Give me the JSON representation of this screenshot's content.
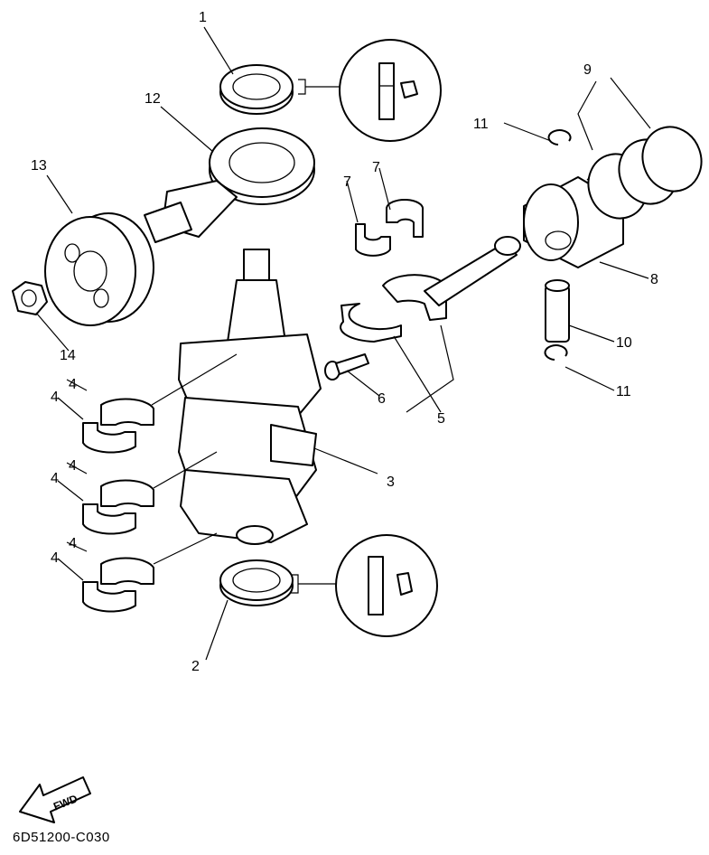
{
  "callouts": [
    {
      "id": "c1",
      "text": "1"
    },
    {
      "id": "c2",
      "text": "2"
    },
    {
      "id": "c3",
      "text": "3"
    },
    {
      "id": "c4a",
      "text": "4"
    },
    {
      "id": "c4b",
      "text": "4"
    },
    {
      "id": "c4c",
      "text": "4"
    },
    {
      "id": "c4d",
      "text": "4"
    },
    {
      "id": "c4e",
      "text": "4"
    },
    {
      "id": "c4f",
      "text": "4"
    },
    {
      "id": "c5",
      "text": "5"
    },
    {
      "id": "c6",
      "text": "6"
    },
    {
      "id": "c7a",
      "text": "7"
    },
    {
      "id": "c7b",
      "text": "7"
    },
    {
      "id": "c8",
      "text": "8"
    },
    {
      "id": "c9",
      "text": "9"
    },
    {
      "id": "c10",
      "text": "10"
    },
    {
      "id": "c11a",
      "text": "11"
    },
    {
      "id": "c11b",
      "text": "11"
    },
    {
      "id": "c12",
      "text": "12"
    },
    {
      "id": "c13",
      "text": "13"
    },
    {
      "id": "c14",
      "text": "14"
    }
  ],
  "direction_label": "FWD",
  "drawing_code": "6D51200-C030",
  "icons": [
    "grease-apply-icon",
    "fwd-arrow-icon"
  ]
}
